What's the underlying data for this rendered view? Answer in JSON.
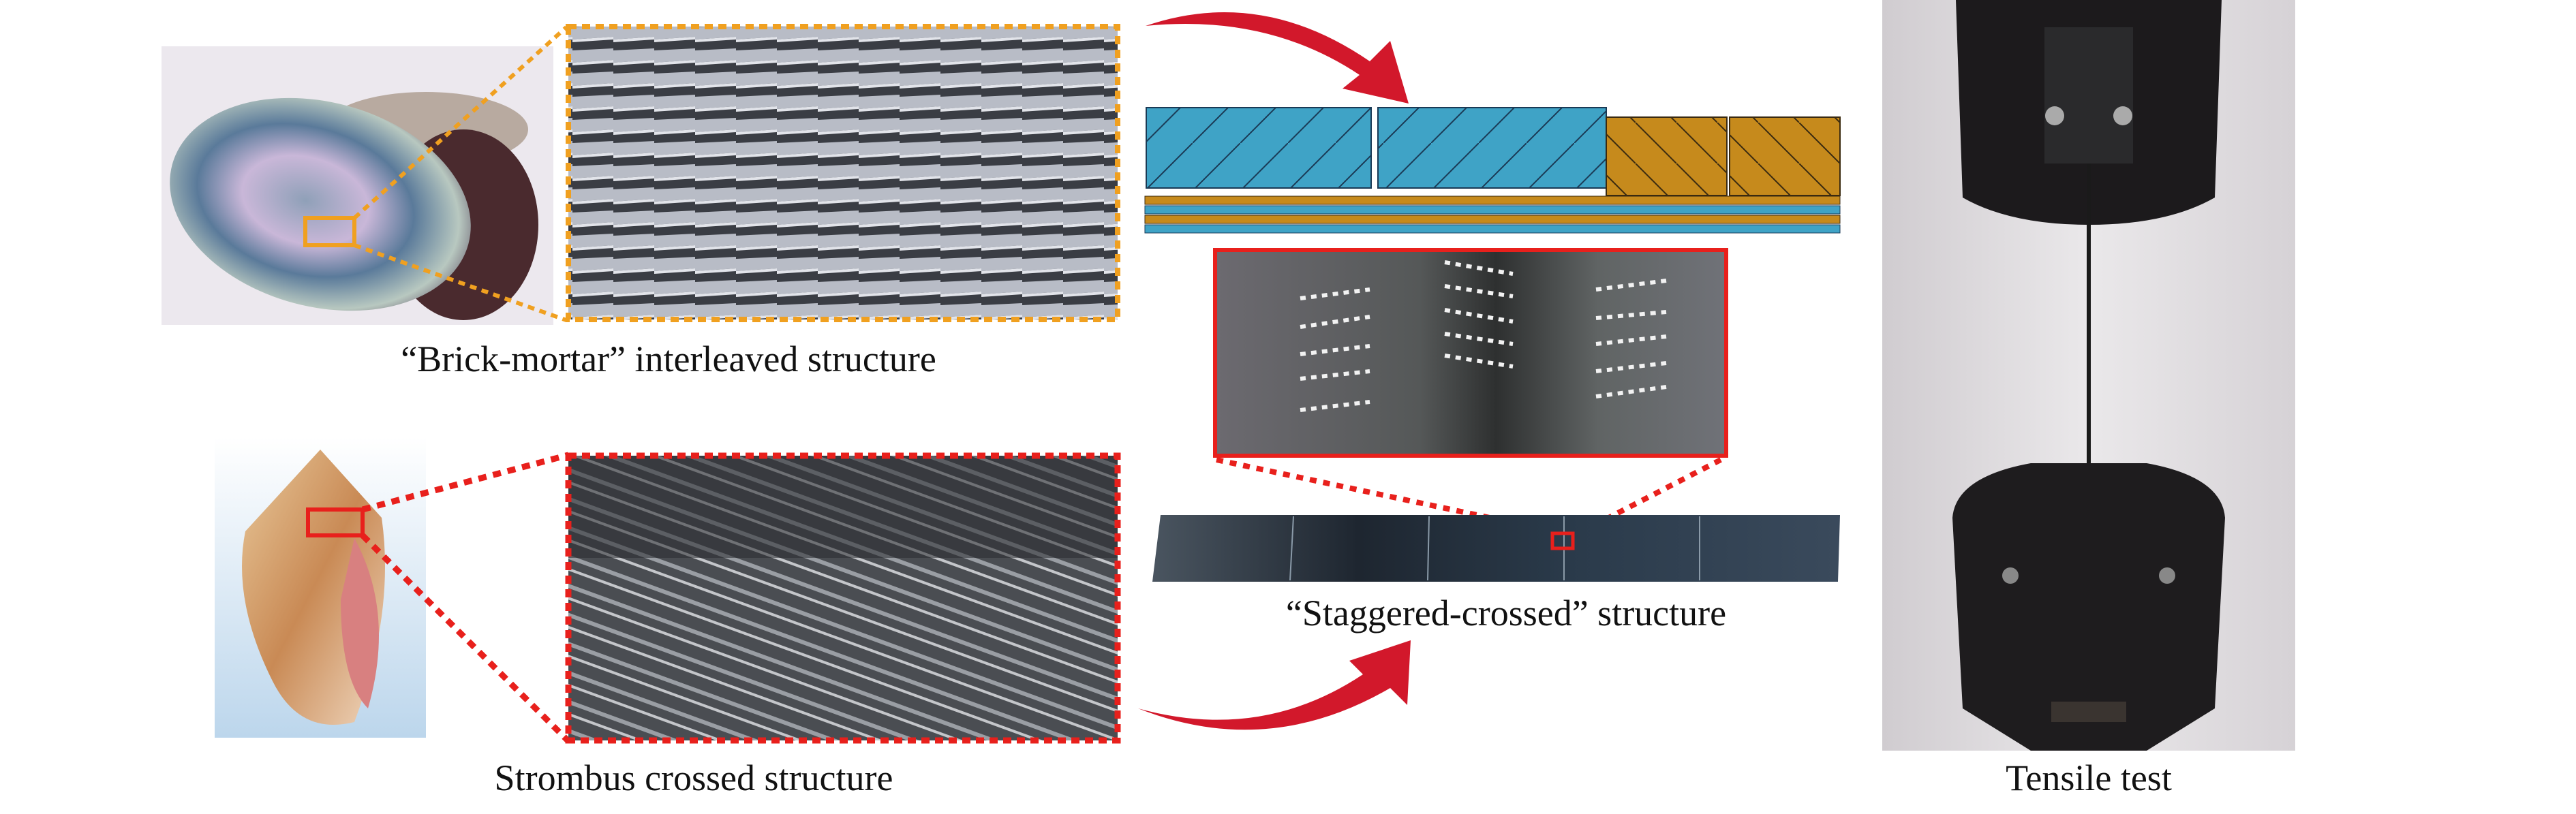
{
  "panels": {
    "brick_mortar": {
      "caption": "“Brick-mortar” interleaved structure"
    },
    "strombus": {
      "caption": "Strombus crossed structure"
    },
    "staggered": {
      "caption": "“Staggered-crossed” structure"
    },
    "tensile": {
      "caption": "Tensile test"
    }
  },
  "colors": {
    "arrow_red": "#d2182b",
    "highlight_orange": "#f0a020",
    "highlight_red": "#e8201c",
    "layer_blue": "#3fa3c6",
    "layer_orange": "#c68a1c"
  }
}
